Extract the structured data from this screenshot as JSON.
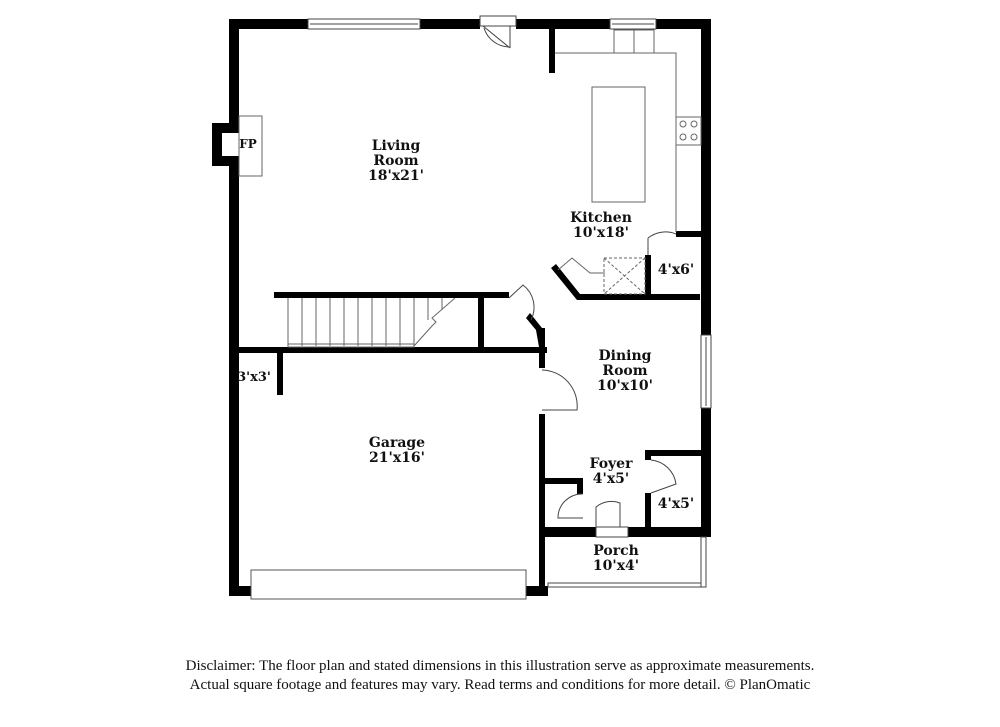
{
  "rooms": {
    "living": {
      "name_line1": "Living",
      "name_line2": "Room",
      "dims": "18'x21'"
    },
    "kitchen": {
      "name": "Kitchen",
      "dims": "10'x18'"
    },
    "pantry": {
      "dims": "4'x6'"
    },
    "dining": {
      "name_line1": "Dining",
      "name_line2": "Room",
      "dims": "10'x10'"
    },
    "garage": {
      "name": "Garage",
      "dims": "21'x16'"
    },
    "closet_garage": {
      "dims": "3'x3'"
    },
    "foyer": {
      "name": "Foyer",
      "dims": "4'x5'"
    },
    "closet_foyer": {
      "dims": "4'x5'"
    },
    "porch": {
      "name": "Porch",
      "dims": "10'x4'"
    },
    "fireplace": {
      "label": "FP"
    }
  },
  "disclaimer": {
    "line1": "Disclaimer: The floor plan and stated dimensions in this illustration serve as approximate measurements.",
    "line2": "Actual square footage and features may vary. Read terms and conditions for more detail. © PlanOmatic"
  },
  "colors": {
    "wall": "#000000",
    "fixture": "#555555",
    "background": "#ffffff"
  }
}
